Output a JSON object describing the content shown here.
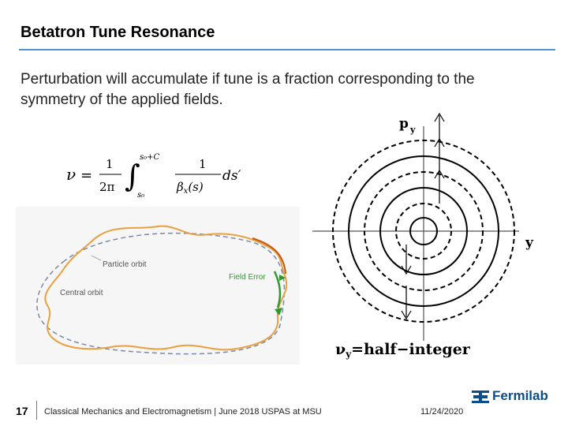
{
  "slide": {
    "title": "Betatron Tune Resonance",
    "body": "Perturbation will accumulate if tune is a fraction corresponding to the symmetry of the applied fields."
  },
  "orbit_figure": {
    "particle_label": "Particle orbit",
    "central_label": "Central orbit",
    "field_error_label": "Field Error"
  },
  "phase_space": {
    "axis_p": "p",
    "axis_p_sub": "y",
    "axis_x": "y",
    "caption_nu": "ν",
    "caption_sub": "y",
    "caption_rest": "=half−integer"
  },
  "footer": {
    "page_number": "17",
    "course": "Classical Mechanics and Electromagnetism | June 2018 USPAS at MSU",
    "date": "11/24/2020",
    "logo_text": "Fermilab"
  },
  "colors": {
    "title_rule": "#4f95d4",
    "orbit_orange": "#e8a040",
    "orbit_dashed": "#7a8aa6",
    "field_error_green": "#2e9a2e",
    "logo_blue": "#0b4e8a"
  }
}
